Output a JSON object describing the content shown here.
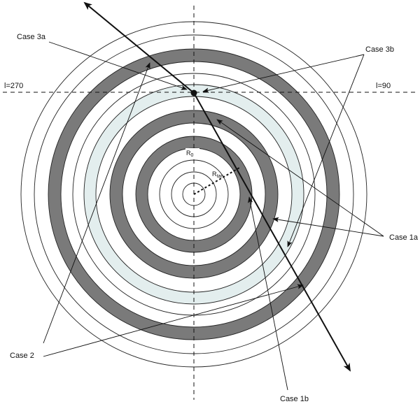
{
  "labels": {
    "case_3a": "Case 3a",
    "case_3b": "Case 3b",
    "case_1a": "Case 1a",
    "case_1b": "Case 1b",
    "case_2": "Case 2",
    "l_270": "l=270",
    "l_90": "l=90",
    "r0_main": "R",
    "r0_sub": "0",
    "rtan_main": "R",
    "rtan_sub": "tan"
  },
  "colors": {
    "dark_ring": "#7a7a7a",
    "light_ring": "#e3eeee",
    "line": "#111111"
  }
}
